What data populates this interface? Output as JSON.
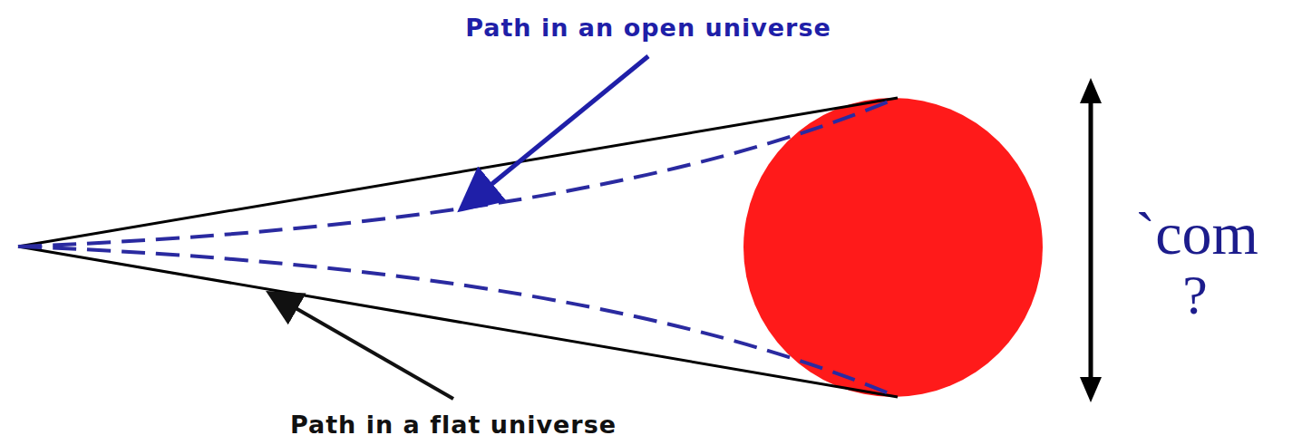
{
  "diagram": {
    "labels": [
      "Path in an open universe",
      "ˋcom",
      "?",
      "Path in a flat universe"
    ]
  }
}
